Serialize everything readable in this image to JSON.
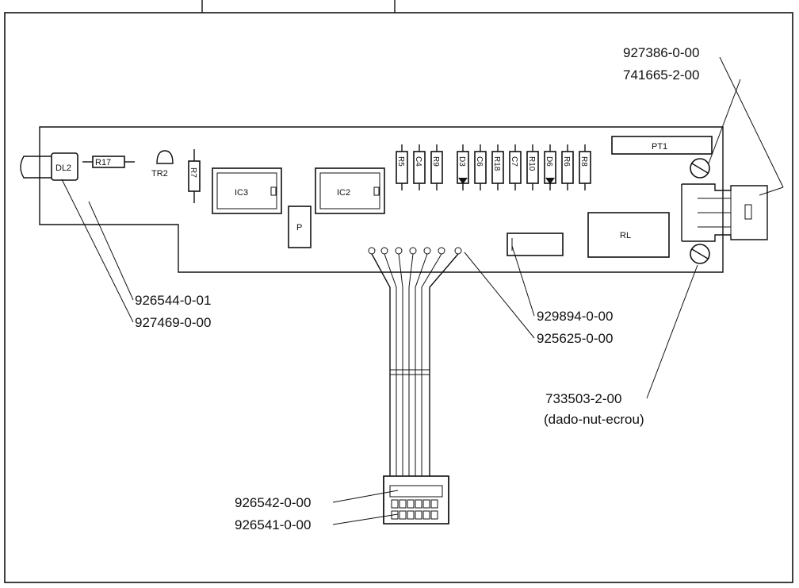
{
  "components": {
    "dl2": "DL2",
    "r17": "R17",
    "tr2": "TR2",
    "r7": "R7",
    "ic3": "IC3",
    "ic2": "IC2",
    "p": "P",
    "pt1": "PT1",
    "rl": "RL",
    "resistors": [
      "R5",
      "C4",
      "R9",
      "D3",
      "C6",
      "R18",
      "C7",
      "R10",
      "D6",
      "R6",
      "R8"
    ]
  },
  "callouts": {
    "c1": "927386-0-00",
    "c2": "741665-2-00",
    "c3": "926544-0-01",
    "c4": "927469-0-00",
    "c5": "929894-0-00",
    "c6": "925625-0-00",
    "c7": "733503-2-00",
    "c7_note": "(dado-nut-ecrou)",
    "c8": "926542-0-00",
    "c9": "926541-0-00"
  }
}
